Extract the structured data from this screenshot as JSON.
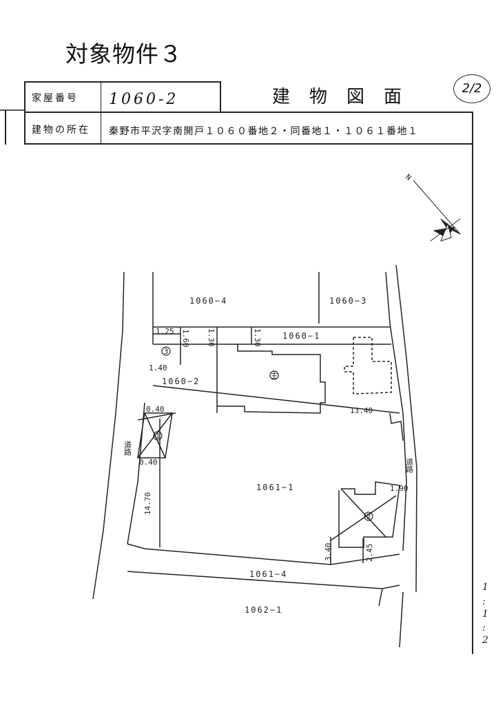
{
  "heading": "対象物件３",
  "header": {
    "house_no_label": "家屋番号",
    "house_no_value": "1060-2",
    "document_title": "建物図面",
    "page_no": "2/2",
    "location_label": "建物の所在",
    "location_value": "秦野市平沢字南開戸１０６０番地２・同番地１・１０６１番地１"
  },
  "plan": {
    "compass_letter": "N",
    "lots": {
      "l1060_4": "1060−4",
      "l1060_3": "1060−3",
      "l1060_1": "1060−1",
      "l1060_2": "1060−2",
      "l1061_1": "1061−1",
      "l1061_4": "1061−4",
      "l1062_1": "1062−1"
    },
    "road_label": "道路",
    "building_marks": {
      "main": "主",
      "b1": "1",
      "b2": "2",
      "b3": "3"
    },
    "dimensions": {
      "d1_25": "1.25",
      "d1_60": "1.60",
      "d1_30a": "1.30",
      "d1_30b": "1.30",
      "d1_40": "1.40",
      "d0_40a": "0.40",
      "d0_40b": "0.40",
      "d13_40": "13.40",
      "d14_70": "14.70",
      "d1_90": "1.90",
      "d3_40": "3.40",
      "d2_45": "2.45"
    }
  },
  "margin_notes": [
    "1",
    ":",
    "1",
    ":",
    "2"
  ]
}
